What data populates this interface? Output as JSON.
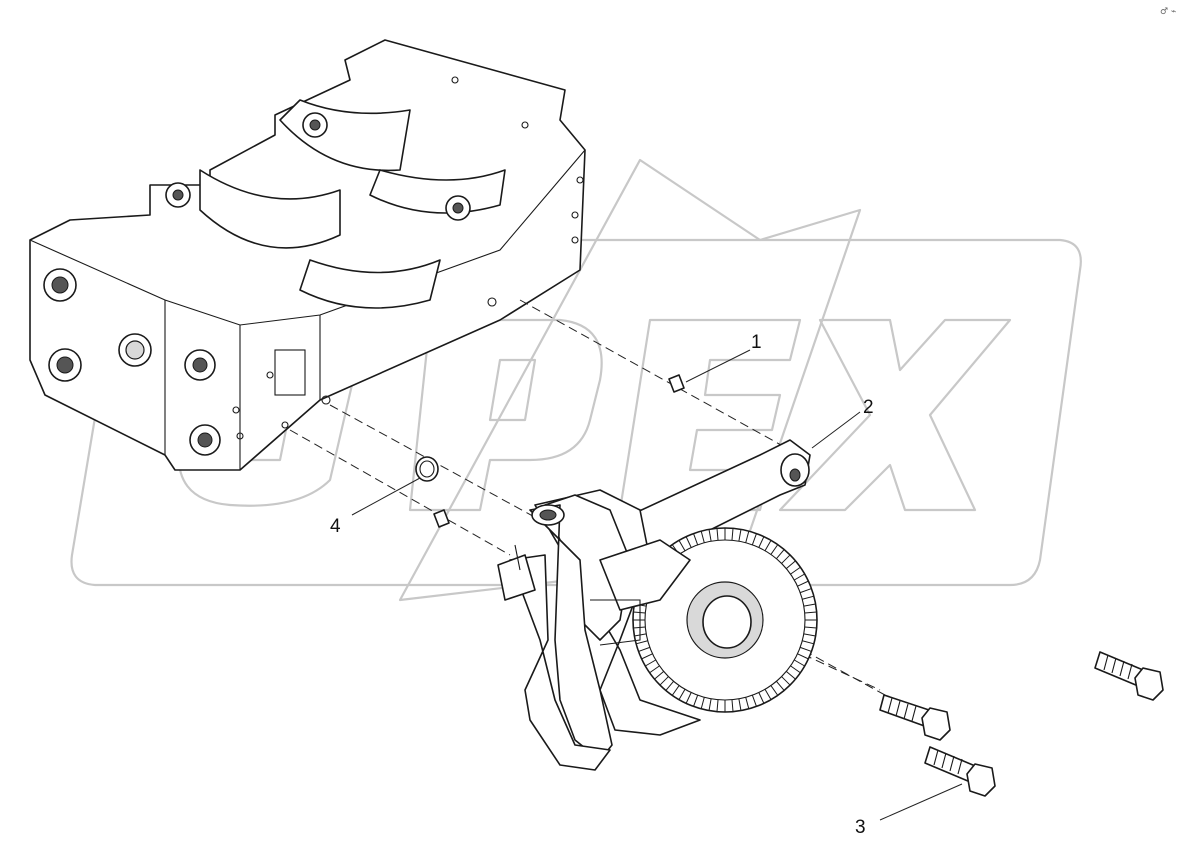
{
  "diagram": {
    "callouts": [
      {
        "id": "1",
        "label": "1"
      },
      {
        "id": "2",
        "label": "2"
      },
      {
        "id": "3",
        "label": "3"
      },
      {
        "id": "4",
        "label": "4"
      }
    ],
    "watermark": {
      "text": "OPEX"
    },
    "corner_mark": {
      "text": "♂ ⌁"
    },
    "colors": {
      "ink": "#1a1a1a",
      "watermark": "#c8c8c8",
      "background": "#ffffff"
    }
  }
}
